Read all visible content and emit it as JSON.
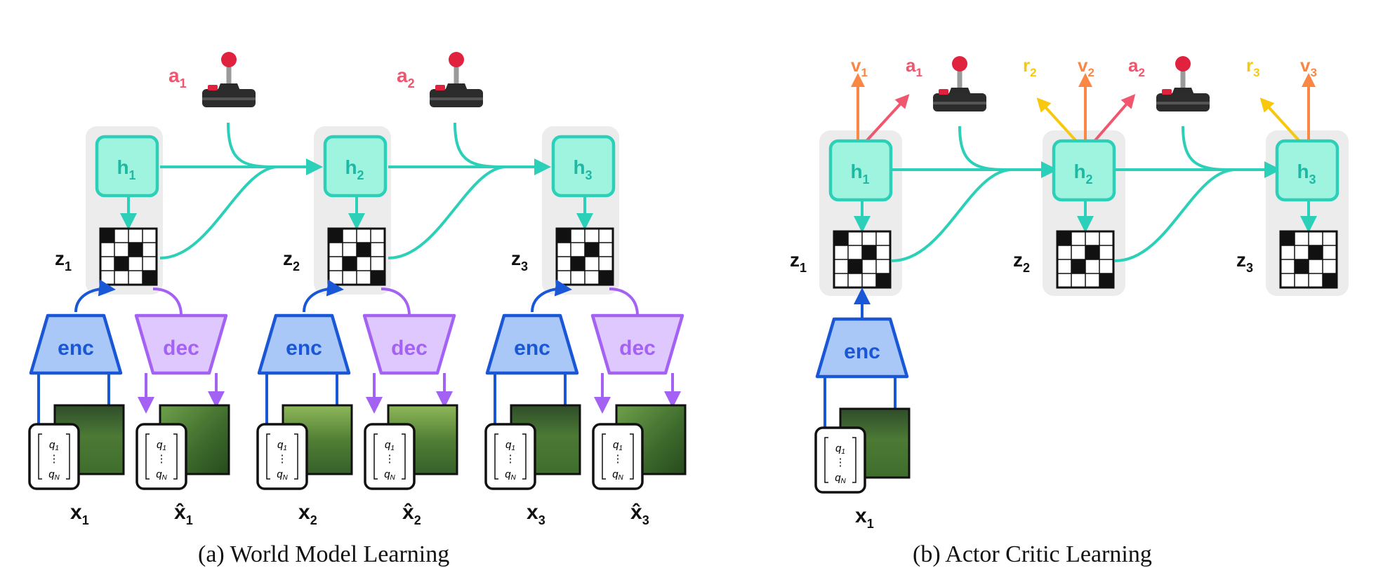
{
  "panel_a": {
    "caption": "(a) World Model Learning",
    "steps": [
      {
        "h": "h",
        "h_sub": "1",
        "z": "z",
        "z_sub": "1",
        "a": "a",
        "a_sub": "1",
        "x": "x",
        "x_sub": "1",
        "xhat": "x̂",
        "xhat_sub": "1",
        "enc": "enc",
        "dec": "dec"
      },
      {
        "h": "h",
        "h_sub": "2",
        "z": "z",
        "z_sub": "2",
        "a": "a",
        "a_sub": "2",
        "x": "x",
        "x_sub": "2",
        "xhat": "x̂",
        "xhat_sub": "2",
        "enc": "enc",
        "dec": "dec"
      },
      {
        "h": "h",
        "h_sub": "3",
        "z": "z",
        "z_sub": "3",
        "x": "x",
        "x_sub": "3",
        "xhat": "x̂",
        "xhat_sub": "3",
        "enc": "enc",
        "dec": "dec"
      }
    ]
  },
  "panel_b": {
    "caption": "(b) Actor Critic Learning",
    "steps": [
      {
        "h": "h",
        "h_sub": "1",
        "z": "z",
        "z_sub": "1",
        "v": "v",
        "v_sub": "1",
        "a": "a",
        "a_sub": "1"
      },
      {
        "h": "h",
        "h_sub": "2",
        "z": "z",
        "z_sub": "2",
        "r": "r",
        "r_sub": "2",
        "v": "v",
        "v_sub": "2",
        "a": "a",
        "a_sub": "2"
      },
      {
        "h": "h",
        "h_sub": "3",
        "z": "z",
        "z_sub": "3",
        "r": "r",
        "r_sub": "3",
        "v": "v",
        "v_sub": "3"
      }
    ],
    "enc": "enc",
    "x": "x",
    "x_sub": "1"
  },
  "vector": {
    "top": "q",
    "top_sub": "1",
    "dots": "⋮",
    "bottom": "q",
    "bottom_sub": "N"
  },
  "colors": {
    "teal": "#2ccfb8",
    "teal_fill": "#9ff4e0",
    "enc_blue": "#1a57d6",
    "enc_fill": "#a9c7f7",
    "dec_purple": "#a462f5",
    "dec_fill": "#dfc8fd",
    "action_red": "#f0566d",
    "value_orange": "#fb8745",
    "reward_yellow": "#f7c80d",
    "panel_gray": "#ececec",
    "joystick_red": "#e0223e"
  },
  "icons": [
    "joystick-icon",
    "grid-icon",
    "observation-image",
    "vector-icon"
  ]
}
